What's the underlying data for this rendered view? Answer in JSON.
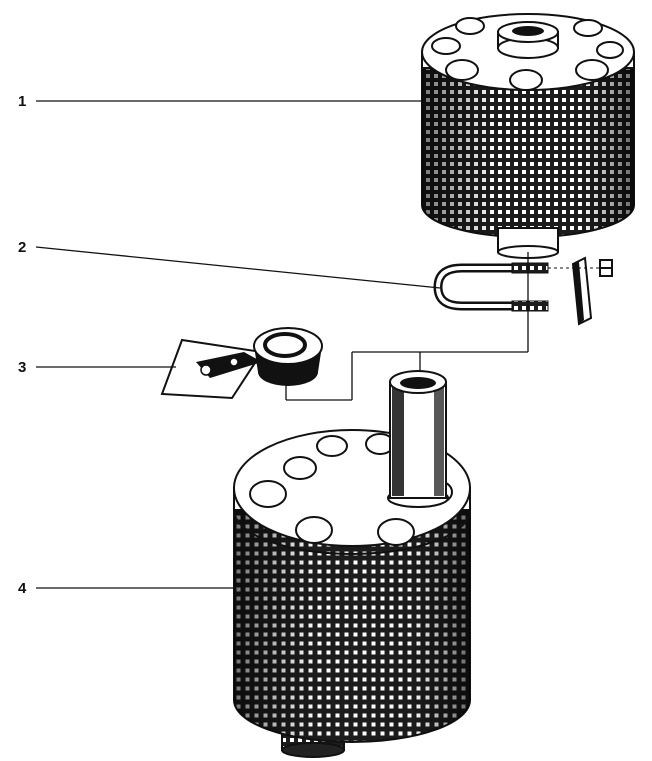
{
  "callouts": [
    {
      "label": "1"
    },
    {
      "label": "2"
    },
    {
      "label": "3"
    },
    {
      "label": "4"
    }
  ],
  "colors": {
    "ink": "#111111",
    "paper": "#ffffff",
    "body": "#222222",
    "grid": "#ffffff"
  }
}
